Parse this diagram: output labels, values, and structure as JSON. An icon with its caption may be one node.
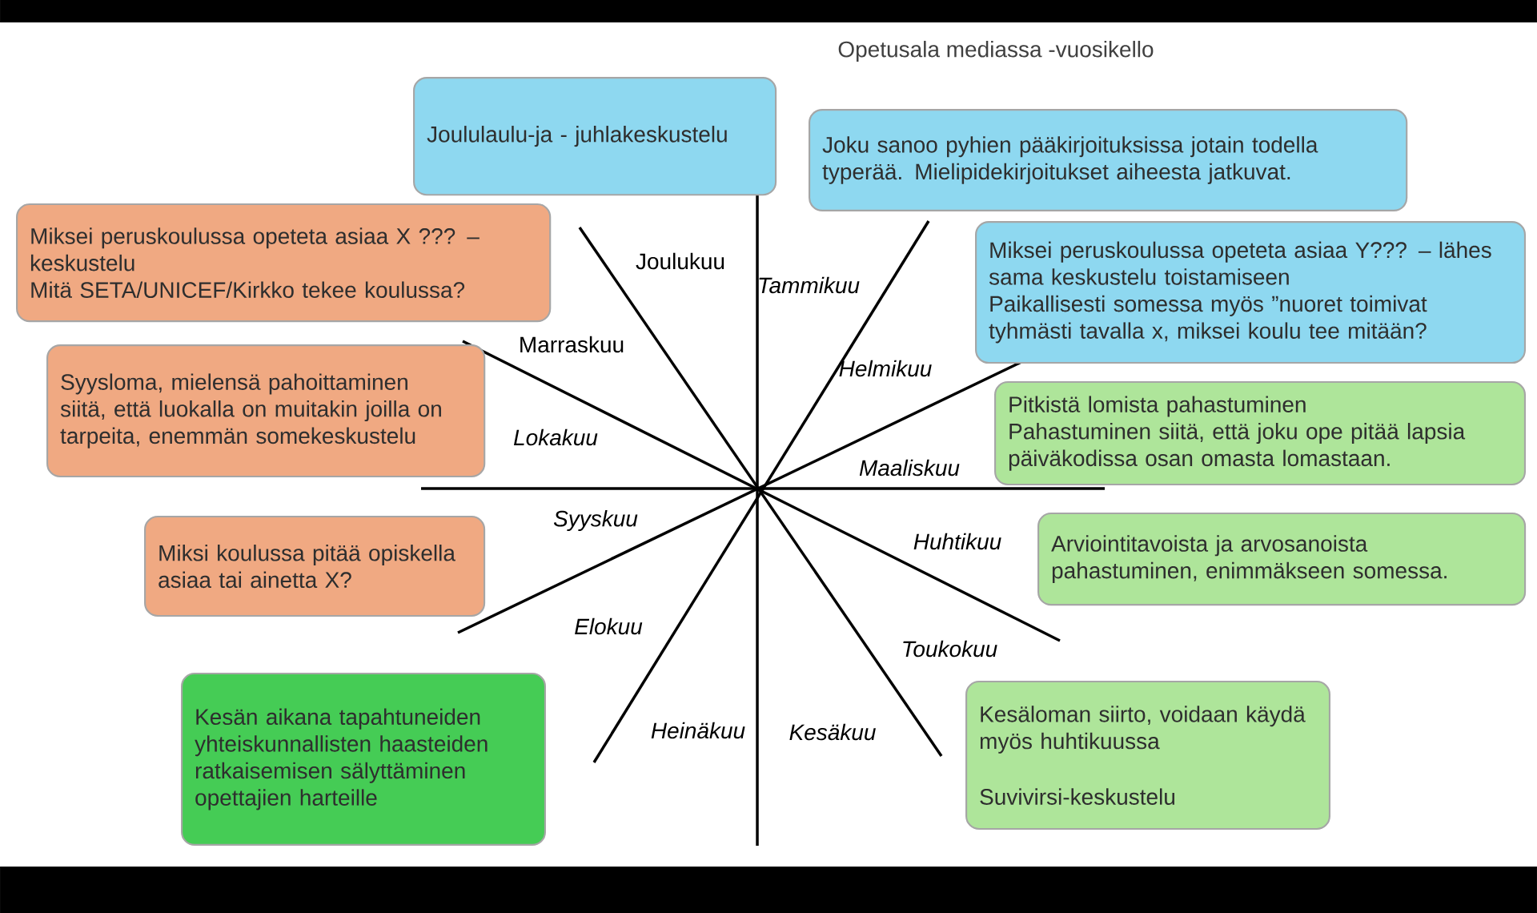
{
  "diagram": {
    "title": "Opetusala mediassa -vuosikello",
    "nodes": [
      {
        "text": [
          "Joululaulu-ja - juhlakeskustelu"
        ]
      },
      {
        "text": [
          "Joku sanoo pyhien pääkirjoituksissa jotain todella typerää. Mielipidekirjoitukset aiheesta jatkuvat."
        ]
      },
      {
        "text": [
          "Miksei peruskoulussa opeteta asiaa X ??? – keskustelu",
          "Mitä SETA/UNICEF/Kirkko tekee koulussa?"
        ]
      },
      {
        "text": [
          "Miksei peruskoulussa opeteta asiaa Y??? – lähes sama keskustelu toistamiseen",
          "Paikallisesti somessa myös ”nuoret toimivat tyhmästi tavalla x, miksei koulu tee mitään?"
        ]
      },
      {
        "text": [
          "Syysloma, mielensä pahoittaminen siitä, että luokalla on muitakin joilla on tarpeita, enemmän somekeskustelu"
        ]
      },
      {
        "text": [
          "Pitkistä lomista pahastuminen",
          "Pahastuminen siitä, että joku ope pitää lapsia päiväkodissa osan omasta lomastaan."
        ]
      },
      {
        "text": [
          "Arviointitavoista ja arvosanoista pahastuminen, enimmäkseen somessa."
        ]
      },
      {
        "text": [
          "Miksi koulussa pitää opiskella asiaa tai ainetta X?"
        ]
      },
      {
        "text": [
          "Kesän aikana tapahtuneiden yhteiskunnallisten haasteiden ratkaisemisen sälyttäminen opettajien harteille"
        ]
      },
      {
        "text": [
          "Kesäloman siirto, voidaan käydä myös huhtikuussa",
          "Suvivirsi-keskustelu"
        ]
      }
    ],
    "labels": [
      "Joulukuu",
      "Tammikuu",
      "Marraskuu",
      "Helmikuu",
      "Lokakuu",
      "Maaliskuu",
      "Syyskuu",
      "Huhtikuu",
      "Elokuu",
      "Toukokuu",
      "Heinäkuu",
      "Kesäkuu"
    ]
  }
}
